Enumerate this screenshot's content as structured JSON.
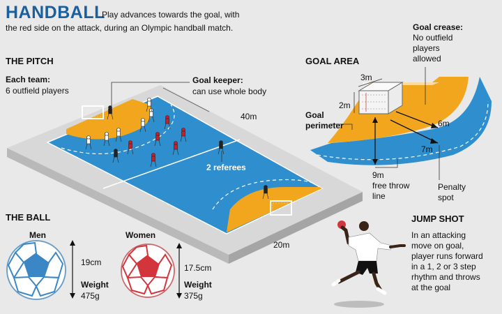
{
  "title": "HANDBALL",
  "intro_line1": "Play advances towards the goal, with",
  "intro_line2": "the red side on the attack, during an Olympic handball match.",
  "pitch": {
    "heading": "THE PITCH",
    "each_team_title": "Each team:",
    "each_team_text": "6 outfield players",
    "goalkeeper_title": "Goal keeper:",
    "goalkeeper_text": "can use whole body",
    "length": "40m",
    "width": "20m",
    "referees": "2 referees"
  },
  "goal_area": {
    "heading": "GOAL AREA",
    "crease_title": "Goal crease:",
    "crease_line1": "No outfield",
    "crease_line2": "players",
    "crease_line3": "allowed",
    "goal_width": "3m",
    "goal_height": "2m",
    "perimeter_line1": "Goal",
    "perimeter_line2": "perimeter",
    "dist_6": "6m",
    "dist_7": "7m",
    "throw_dist": "9m",
    "throw_line1": "free throw",
    "throw_line2": "line",
    "penalty_line1": "Penalty",
    "penalty_line2": "spot"
  },
  "ball": {
    "heading": "THE BALL",
    "men_label": "Men",
    "men_size": "19cm",
    "men_weight_label": "Weight",
    "men_weight": "475g",
    "women_label": "Women",
    "women_size": "17.5cm",
    "women_weight_label": "Weight",
    "women_weight": "375g"
  },
  "jump_shot": {
    "heading": "JUMP SHOT",
    "line1": "In an attacking",
    "line2": "move on goal,",
    "line3": "player runs forward",
    "line4": "in a 1, 2 or 3 step",
    "line5": "rhythm and throws",
    "line6": "at the goal"
  },
  "colors": {
    "court_blue": "#2f8fce",
    "goal_area_orange": "#f2a61e",
    "platform": "#d8d8d8",
    "title_blue": "#1a5f9e",
    "attack_red": "#c8202b",
    "ball_blue": "#3b86c4",
    "ball_red": "#d2363c"
  }
}
